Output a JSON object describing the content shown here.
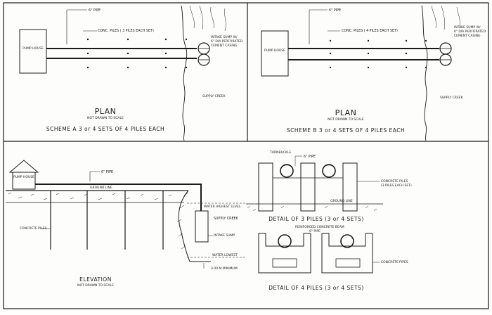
{
  "plan_a": {
    "pipe_label": "6\" PIPE",
    "piles_label": "CONC. PILES ( 3 PILES EACH SET)",
    "pump_house": "PUMP HOUSE",
    "sump_label": [
      "INTAKE SUMP W/",
      "6\" DIA PERFORATED",
      "CEMENT CASING"
    ],
    "creek_label": "SUPPLY CREEK",
    "title": "PLAN",
    "note": "NOT DRAWN TO SCALE",
    "scheme": "SCHEME A   3 or 4 SETS OF 4 PILES EACH"
  },
  "plan_b": {
    "pipe_label": "6\" PIPE",
    "piles_label": "CONC. PILES ( 4 PILES EACH SET)",
    "pump_house": "PUMP HOUSE",
    "sump_label": [
      "INTAKE SUMP W/",
      "6\" DIA PERFORATED",
      "CEMENT CASING"
    ],
    "creek_label": "SUPPLY CREEK",
    "title": "PLAN",
    "note": "NOT DRAWN TO SCALE",
    "scheme": "SCHEME B   3 or 4 SETS OF 4 PILES EACH"
  },
  "elevation": {
    "pump_house": "PUMP HOUSE",
    "pipe_label": "6\" PIPE",
    "ground_line": "GROUND LINE",
    "water_highest": "WATER HIGHEST LEVEL",
    "concrete_piles": "CONCRETE PILES",
    "creek_label": "SUPPLY CREEK",
    "intake_sump": "INTAKE SUMP",
    "water_lowest": "WATER LOWEST",
    "min_depth": "3.00 M MINIMUM",
    "title": "ELEVATION",
    "note": "NOT DRAWN TO SCALE"
  },
  "detail_3": {
    "turnbuckle": "TURNBUCKLE",
    "pipe_label": "6\" PIPE",
    "concrete_piles": "CONCRETE PILES",
    "piles_note": "(3 PILES EACH SET)",
    "ground_line": "GROUND LINE",
    "caption": "DETAIL OF 3 PILES (3 or 4 SETS)"
  },
  "detail_4": {
    "beam": "REINFORCED CONCRETE BEAM",
    "pipe_label": "6\" PIPE",
    "concrete_pipes": "CONCRETE PIPES",
    "caption": "DETAIL OF 4 PILES (3 or 4 SETS)"
  }
}
